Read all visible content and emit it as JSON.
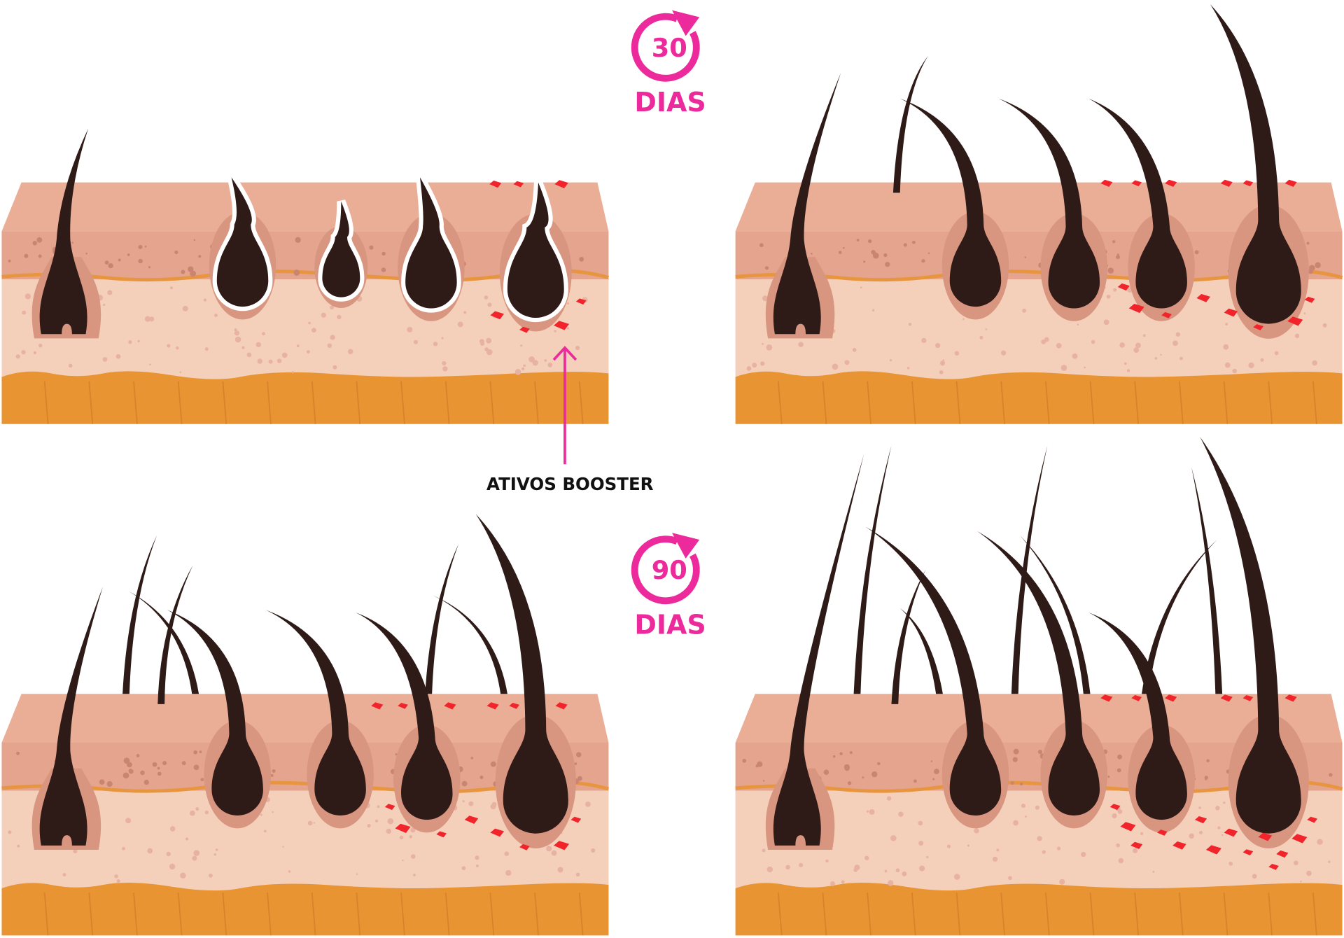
{
  "badges": [
    {
      "number": "30",
      "unit": "DIAS"
    },
    {
      "number": "90",
      "unit": "DIAS"
    }
  ],
  "annotation": {
    "label": "ATIVOS BOOSTER"
  },
  "colors": {
    "accent": "#ec2a9b",
    "epidermis_top": "#eaae97",
    "epidermis": "#e4a48d",
    "dermis": "#f4d0bb",
    "membrane": "#e8953f",
    "fat": "#e99433",
    "hair": "#2e1a17",
    "follicle": "#d89580",
    "booster": "#f2242b"
  }
}
